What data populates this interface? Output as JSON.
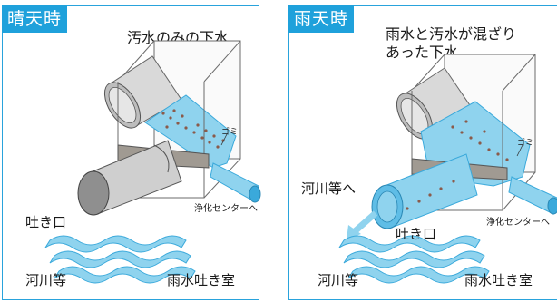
{
  "panels": {
    "dry": {
      "tag": "晴天時",
      "caption": "汚水のみの下水",
      "label_garbage": "ゴミ",
      "label_purification": "浄化センターへ",
      "label_outlet": "吐き口",
      "label_river": "河川等",
      "label_chamber": "雨水吐き室"
    },
    "rain": {
      "tag": "雨天時",
      "caption_line1": "雨水と汚水が混ざり",
      "caption_line2": "あった下水",
      "label_garbage": "ゴミ",
      "label_purification": "浄化センターへ",
      "label_river_arrow": "河川等へ",
      "label_outlet": "吐き口",
      "label_river": "河川等",
      "label_chamber": "雨水吐き室"
    }
  },
  "colors": {
    "accent": "#1fa1db",
    "water": "#8fd3ee",
    "water_dark": "#3aa9db",
    "pipe": "#c9c9c9",
    "pipe_dark": "#8a8a8a",
    "weir": "#a09a92",
    "debris": "#8b5a4a"
  }
}
